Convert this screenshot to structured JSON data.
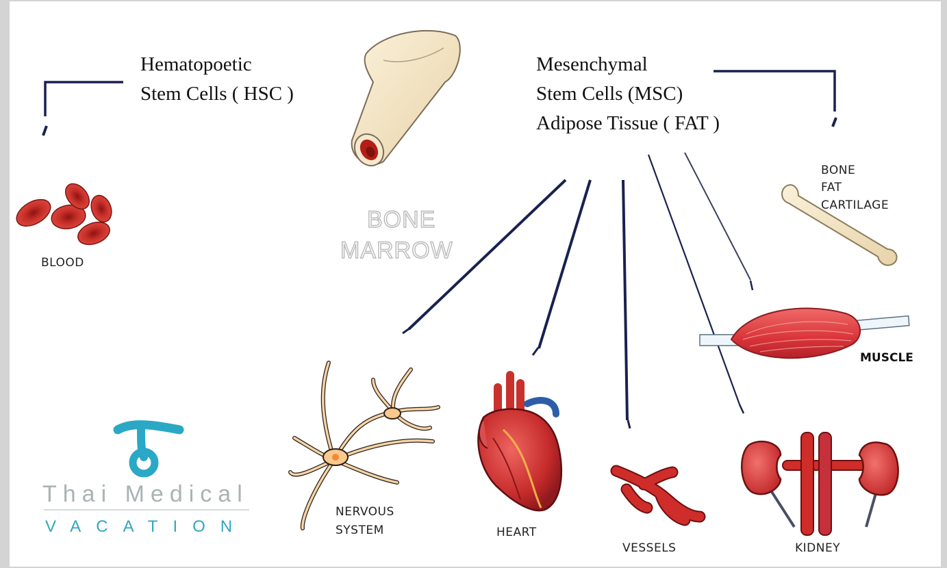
{
  "sources": {
    "hsc": [
      "Hematopoetic",
      "Stem Cells ( HSC )"
    ],
    "msc": [
      "Mesenchymal",
      "Stem Cells (MSC)",
      "Adipose Tissue ( FAT )"
    ],
    "marrow": [
      "BONE",
      "MARROW"
    ]
  },
  "targets": {
    "blood": "BLOOD",
    "bone_group": [
      "BONE",
      "FAT",
      "CARTILAGE"
    ],
    "muscle": "MUSCLE",
    "nervous": [
      "NERVOUS",
      "SYSTEM"
    ],
    "heart": "HEART",
    "vessels": "VESSELS",
    "kidney": "KIDNEY"
  },
  "logo": {
    "line1": "Thai Medical",
    "line2": "VACATION",
    "mark_color": "#2aa8c6"
  },
  "colors": {
    "arrow": "#1a2150",
    "tissue_red": "#c9312c",
    "bone": "#f3e6c8",
    "frame": "#d4d4d4"
  },
  "icons": {
    "blood": "red-blood-cells-icon",
    "marrow": "bone-marrow-icon",
    "bone": "long-bone-icon",
    "muscle": "muscle-icon",
    "nervous": "neuron-icon",
    "heart": "heart-icon",
    "vessels": "blood-vessels-icon",
    "kidney": "kidneys-icon"
  }
}
